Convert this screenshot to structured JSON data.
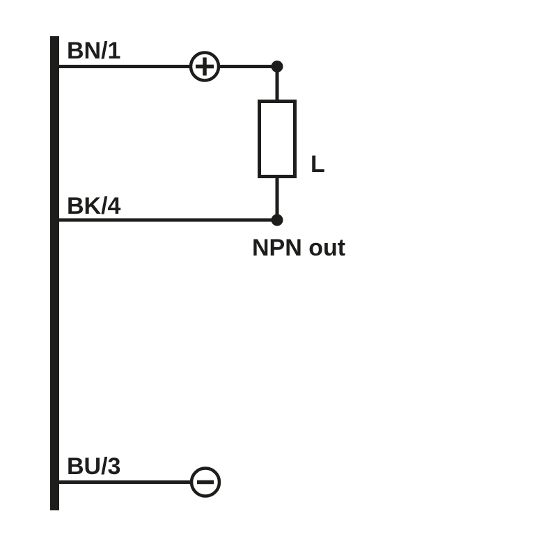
{
  "diagram": {
    "colors": {
      "line": "#1d1d1b",
      "background": "#ffffff"
    },
    "wires": [
      {
        "label": "BN/1",
        "terminal_symbol": "+"
      },
      {
        "label": "BK/4",
        "terminal_symbol": "load"
      },
      {
        "label": "BU/3",
        "terminal_symbol": "−"
      }
    ],
    "load_label": "L",
    "output_label": "NPN out",
    "plus_symbol": "+",
    "minus_symbol": "−"
  }
}
